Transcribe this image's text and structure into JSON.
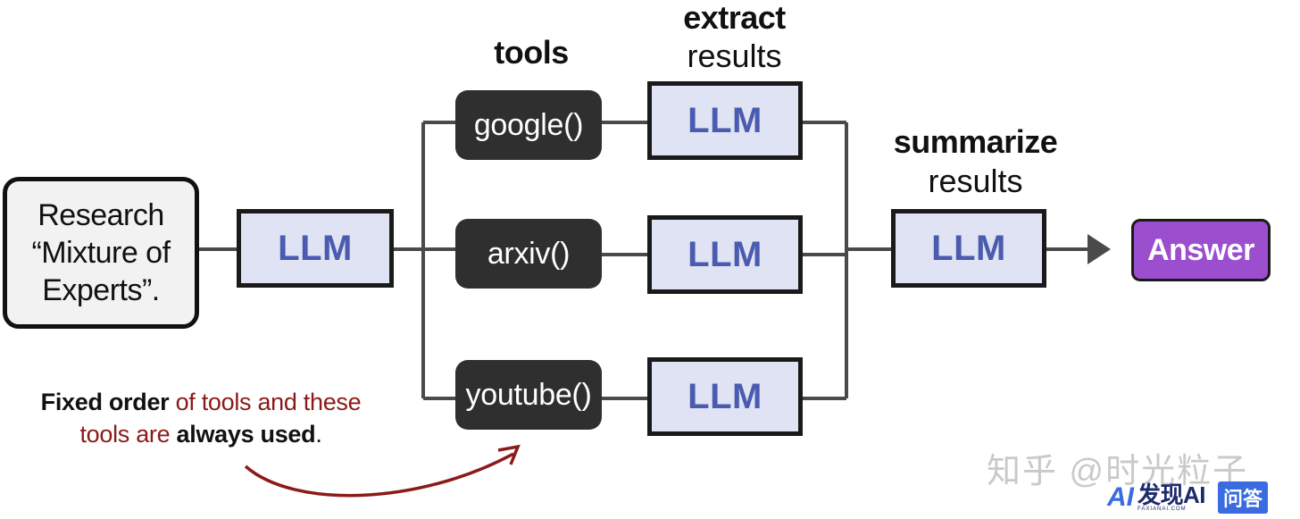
{
  "input": {
    "line1": "Research",
    "line2": "“Mixture of",
    "line3": "Experts”."
  },
  "llm_label": "LLM",
  "tools_heading": "tools",
  "extract_heading": {
    "bold": "extract",
    "normal": "results"
  },
  "summarize_heading": {
    "bold": "summarize",
    "normal": "results"
  },
  "tools": [
    "google()",
    "arxiv()",
    "youtube()"
  ],
  "answer": "Answer",
  "note": {
    "part1_bold": "Fixed order",
    "part2": " of tools and these",
    "part3": "tools are ",
    "part4_bold": "always used",
    "part5": "."
  },
  "watermark": {
    "zhihu": "知乎 @时光粒子",
    "brand_logo": "AI",
    "brand_name": "发现AI",
    "brand_sub": "FAXIANAI.COM",
    "qa": "问答"
  },
  "colors": {
    "llm_fill": "#dfe3f3",
    "llm_text": "#4a5bb0",
    "tool_fill": "#2f2f2f",
    "answer_fill": "#9b4fcf",
    "note_red": "#8b1a1a"
  }
}
